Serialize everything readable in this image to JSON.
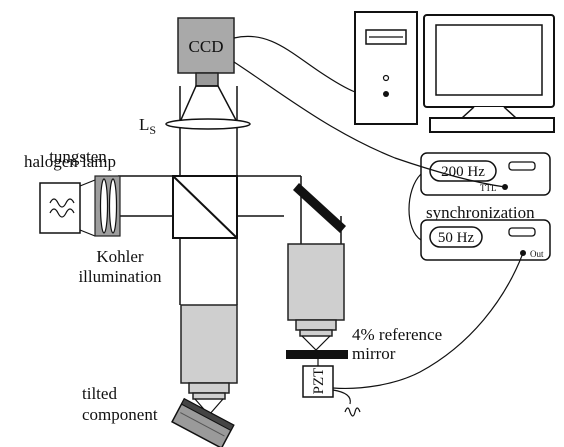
{
  "labels": {
    "ccd": "CCD",
    "lens_main": "L",
    "lens_sub": "S",
    "lamp_line1": "tungsten",
    "lamp_line2": "halogen lamp",
    "kohler_line1": "Kohler",
    "kohler_line2": "illumination",
    "gen1_freq": "200 Hz",
    "gen1_port": "TTL",
    "sync": "synchronization",
    "gen2_freq": "50 Hz",
    "gen2_port": "Out",
    "reference_line1": "4% reference",
    "reference_line2": "mirror",
    "pzt": "PZT",
    "tilted_line1": "tilted",
    "tilted_line2": "component"
  }
}
